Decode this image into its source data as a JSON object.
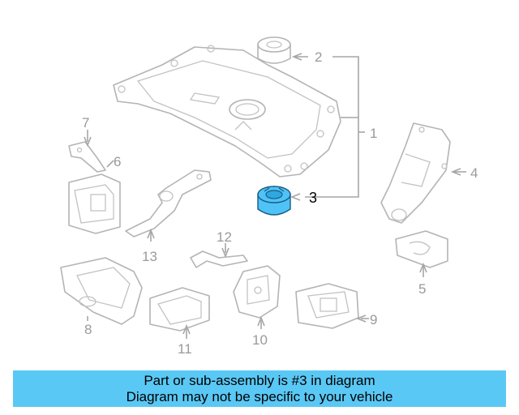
{
  "callouts": [
    {
      "id": "1",
      "label": "1"
    },
    {
      "id": "2",
      "label": "2"
    },
    {
      "id": "3",
      "label": "3"
    },
    {
      "id": "4",
      "label": "4"
    },
    {
      "id": "5",
      "label": "5"
    },
    {
      "id": "6",
      "label": "6"
    },
    {
      "id": "7",
      "label": "7"
    },
    {
      "id": "8",
      "label": "8"
    },
    {
      "id": "9",
      "label": "9"
    },
    {
      "id": "10",
      "label": "10"
    },
    {
      "id": "11",
      "label": "11"
    },
    {
      "id": "12",
      "label": "12"
    },
    {
      "id": "13",
      "label": "13"
    }
  ],
  "highlighted_part": "3",
  "colors": {
    "highlight_fill": "#4fc3f7",
    "banner_bg": "#5ac8f5",
    "line_art": "#b4b4b4"
  },
  "banner": {
    "line1": "Part or sub-assembly is #3 in diagram",
    "line2": "Diagram may not be specific to your vehicle"
  }
}
